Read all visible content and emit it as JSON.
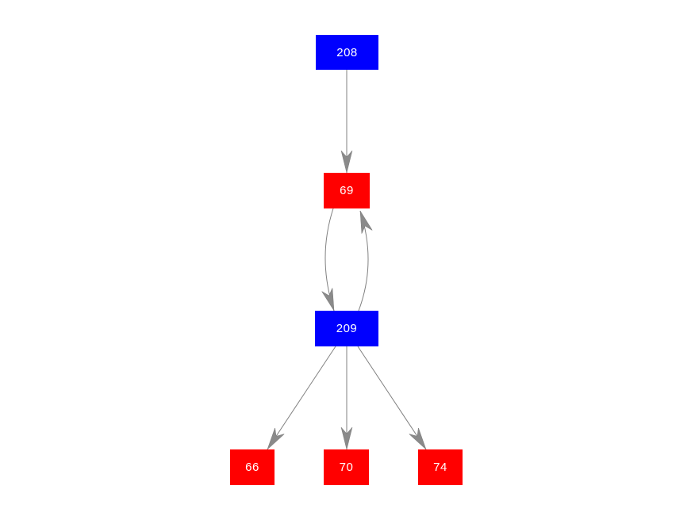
{
  "diagram": {
    "type": "directed-graph",
    "background_color": "#ffffff",
    "edge_color": "#808080",
    "arrowhead_color": "#8a8a8a",
    "node_text_color": "#ffffff",
    "node_colors": {
      "blue": "#0000ff",
      "red": "#ff0000"
    },
    "nodes": [
      {
        "id": "208",
        "label": "208",
        "color": "blue"
      },
      {
        "id": "69",
        "label": "69",
        "color": "red"
      },
      {
        "id": "209",
        "label": "209",
        "color": "blue"
      },
      {
        "id": "66",
        "label": "66",
        "color": "red"
      },
      {
        "id": "70",
        "label": "70",
        "color": "red"
      },
      {
        "id": "74",
        "label": "74",
        "color": "red"
      }
    ],
    "edges": [
      {
        "from": "208",
        "to": "69"
      },
      {
        "from": "69",
        "to": "209"
      },
      {
        "from": "209",
        "to": "69"
      },
      {
        "from": "209",
        "to": "66"
      },
      {
        "from": "209",
        "to": "70"
      },
      {
        "from": "209",
        "to": "74"
      }
    ]
  }
}
